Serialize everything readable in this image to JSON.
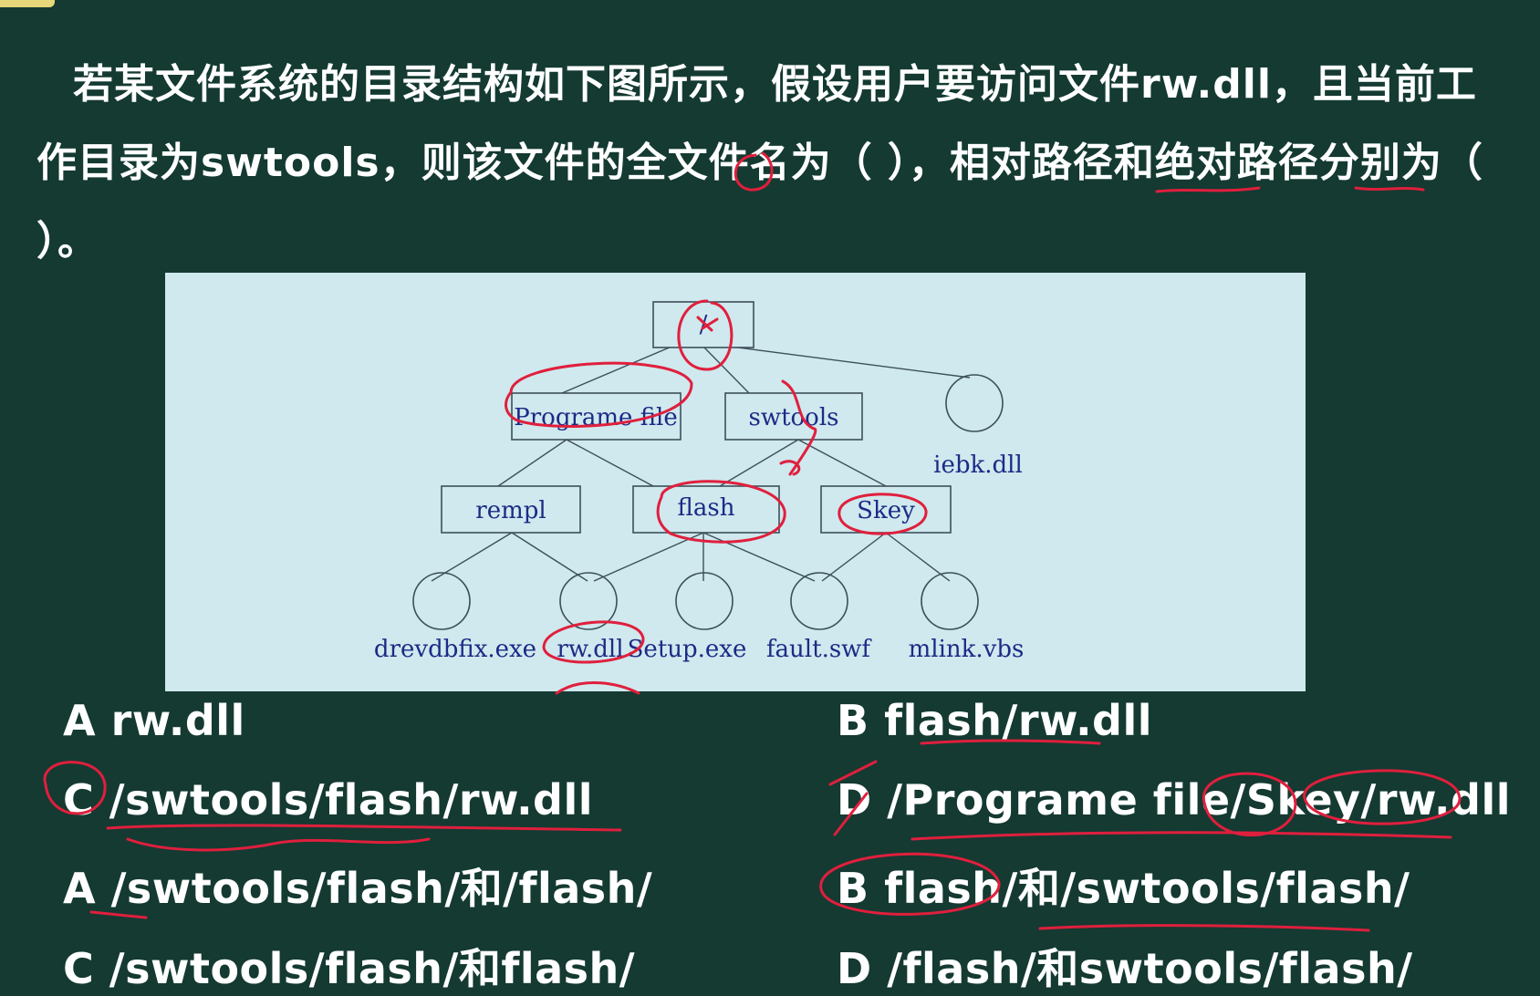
{
  "question": "若某文件系统的目录结构如下图所示，假设用户要访问文件rw.dll，且当前工作目录为swtools，则该文件的全文件名为（ ），相对路径和绝对路径分别为（ ）。",
  "tree": {
    "root": "/",
    "dirs": {
      "programe_file": "Programe file",
      "swtools": "swtools",
      "rempl": "rempl",
      "flash": "flash",
      "skey": "Skey"
    },
    "files": {
      "iebk": "iebk.dll",
      "drevdbfix": "drevdbfix.exe",
      "rwdll": "rw.dll",
      "setup": "Setup.exe",
      "fault": "fault.swf",
      "mlink": "mlink.vbs"
    }
  },
  "options": {
    "q1_a": "A rw.dll",
    "q1_b": "B flash/rw.dll",
    "q1_c": "C /swtools/flash/rw.dll",
    "q1_d": "D /Programe file/Skey/rw.dll",
    "q2_a": "A /swtools/flash/和/flash/",
    "q2_b": "B flash/和/swtools/flash/",
    "q2_c": "C /swtools/flash/和flash/",
    "q2_d": "D /flash/和swtools/flash/"
  },
  "colors": {
    "board": "#143a32",
    "figure_bg": "#cfe9ee",
    "label_text": "#1d2a86",
    "annotation_ink": "#e01f3d"
  }
}
